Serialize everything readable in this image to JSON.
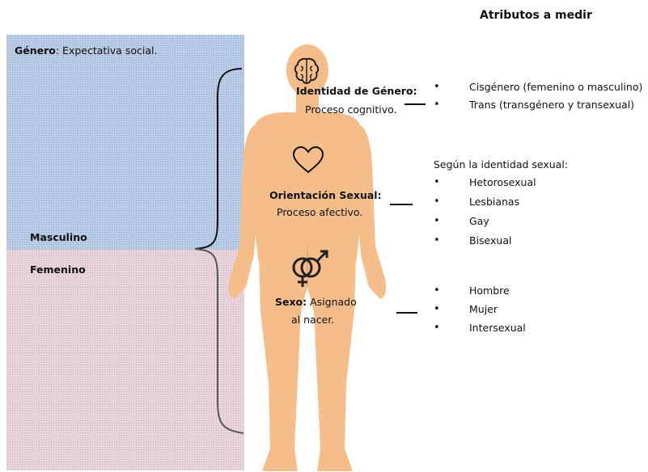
{
  "title": "Atributos a medir",
  "gender_panel": {
    "label_bold": "Género",
    "label_rest": ": Expectativa social.",
    "masculine": "Masculino",
    "feminine": "Femenino"
  },
  "colors": {
    "masculine_bg": "#b9cde6",
    "feminine_bg": "#ead4de",
    "body_skin": "#f4bd8a"
  },
  "icons": [
    "brain-icon",
    "heart-icon",
    "gender-symbols-icon"
  ],
  "identity": {
    "label": "Identidad de Género:",
    "desc": "Proceso cognitivo.",
    "items": [
      "Cisgénero (femenino o masculino)",
      "Trans (transgénero y transexual)"
    ]
  },
  "orientation": {
    "label": "Orientación Sexual:",
    "desc": "Proceso afectivo.",
    "intro": "Según la identidad sexual:",
    "items": [
      "Hetorosexual",
      "Lesbianas",
      "Gay",
      "Bisexual"
    ]
  },
  "sex": {
    "label_bold": "Sexo:",
    "label_rest": " Asignado",
    "label_line2": "al nacer.",
    "items": [
      "Hombre",
      "Mujer",
      "Intersexual"
    ]
  }
}
